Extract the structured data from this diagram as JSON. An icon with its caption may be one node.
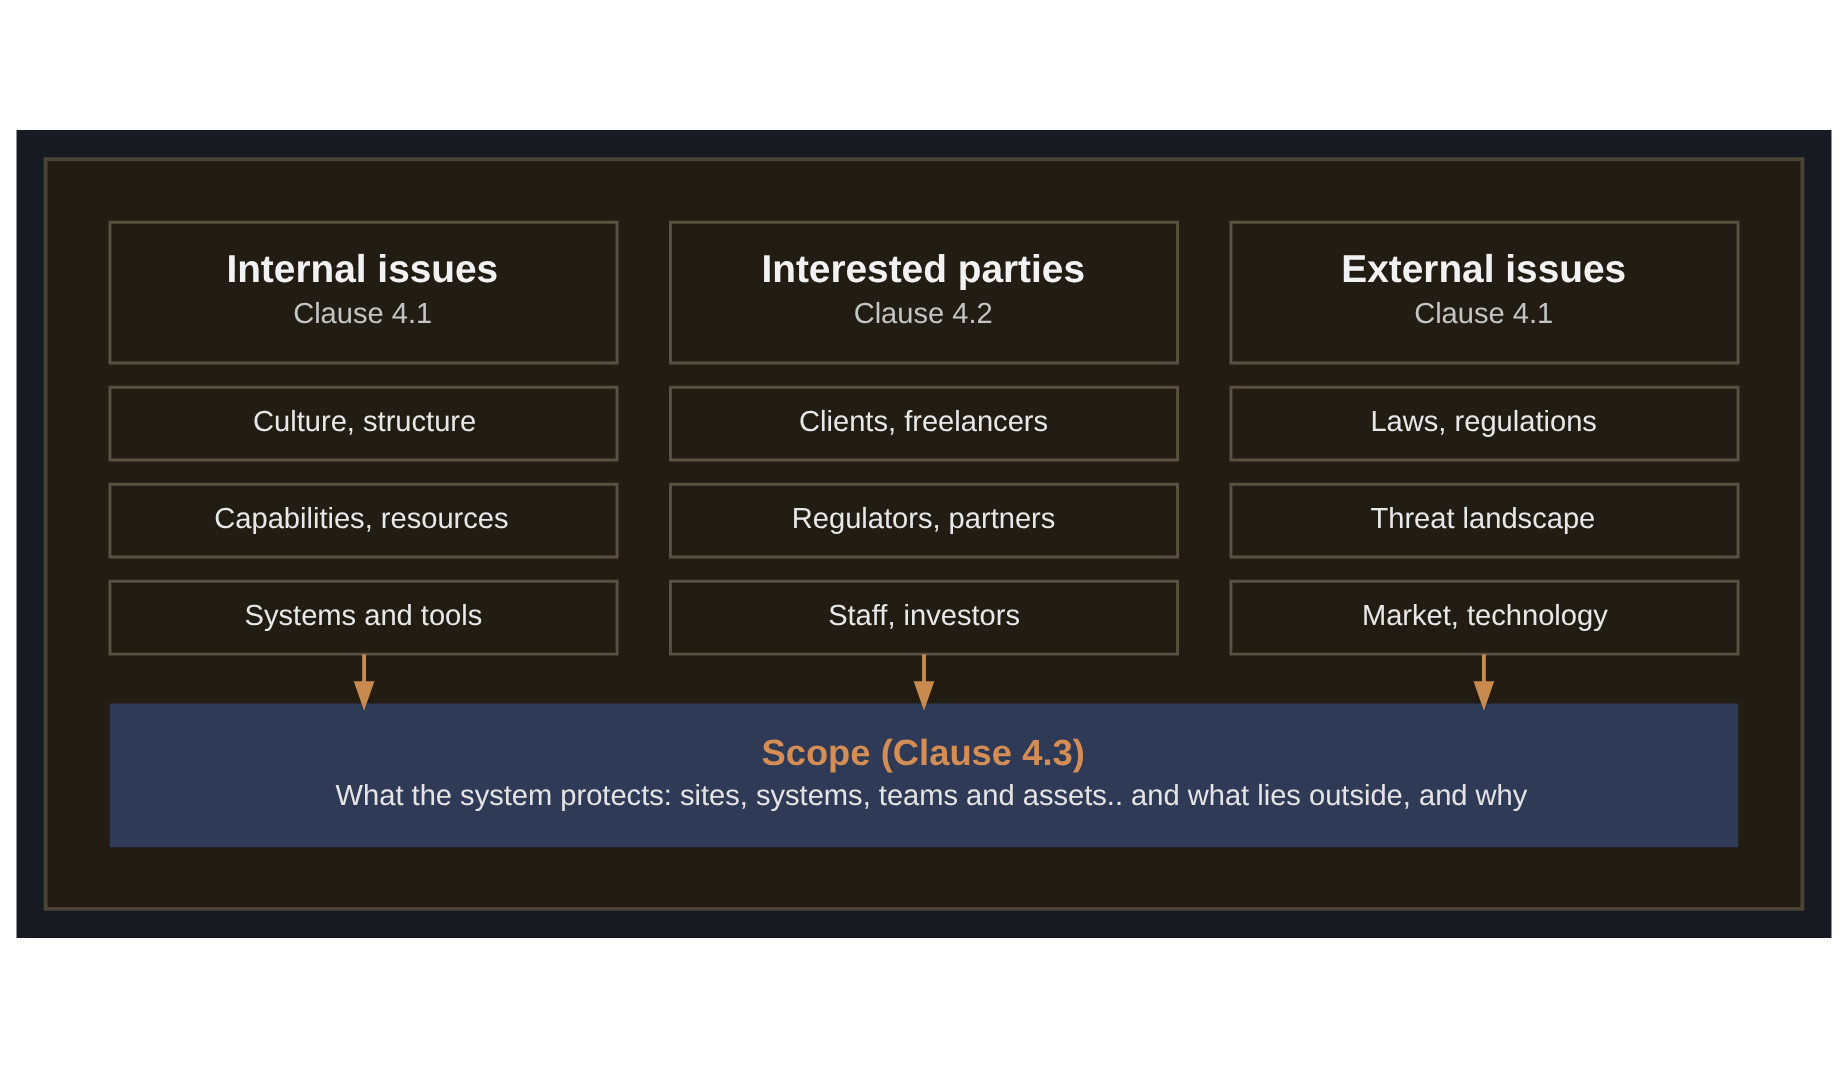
{
  "diagram": {
    "nodes": [
      {
        "text": [],
        "shape": "box"
      },
      {
        "text": [
          "Internal issues",
          "Clause 4.1"
        ],
        "in": 0
      },
      {
        "text": [
          "Interested parties",
          "Clause 4.2"
        ],
        "in": 0
      },
      {
        "text": [
          "External issues",
          "Clause 4.1"
        ],
        "in": 0
      },
      {
        "text": [
          "Culture, structure"
        ],
        "in": 0
      },
      {
        "text": [
          "Clients, freelancers"
        ],
        "in": 0
      },
      {
        "text": [
          "Laws, regulations"
        ],
        "in": 0
      },
      {
        "text": [
          "Capabilities, resources"
        ],
        "in": 0
      },
      {
        "text": [
          "Regulators, partners"
        ],
        "in": 0
      },
      {
        "text": [
          "Threat landscape"
        ],
        "in": 0
      },
      {
        "text": [
          "Systems and tools"
        ],
        "in": 0
      },
      {
        "text": [
          "Staff, investors"
        ],
        "in": 0
      },
      {
        "text": [
          "Market, technology"
        ],
        "in": 0
      },
      {
        "text": [
          "Scope (Clause 4.3)",
          "What the system protects: sites, systems, teams and assets.. and what lies outside, and why"
        ],
        "in": 0
      }
    ],
    "edges": [
      {
        "from": 10,
        "to": 13,
        "arrow": "to"
      },
      {
        "from": 11,
        "to": 13,
        "arrow": "to"
      },
      {
        "from": 12,
        "to": 13,
        "arrow": "to"
      }
    ]
  }
}
